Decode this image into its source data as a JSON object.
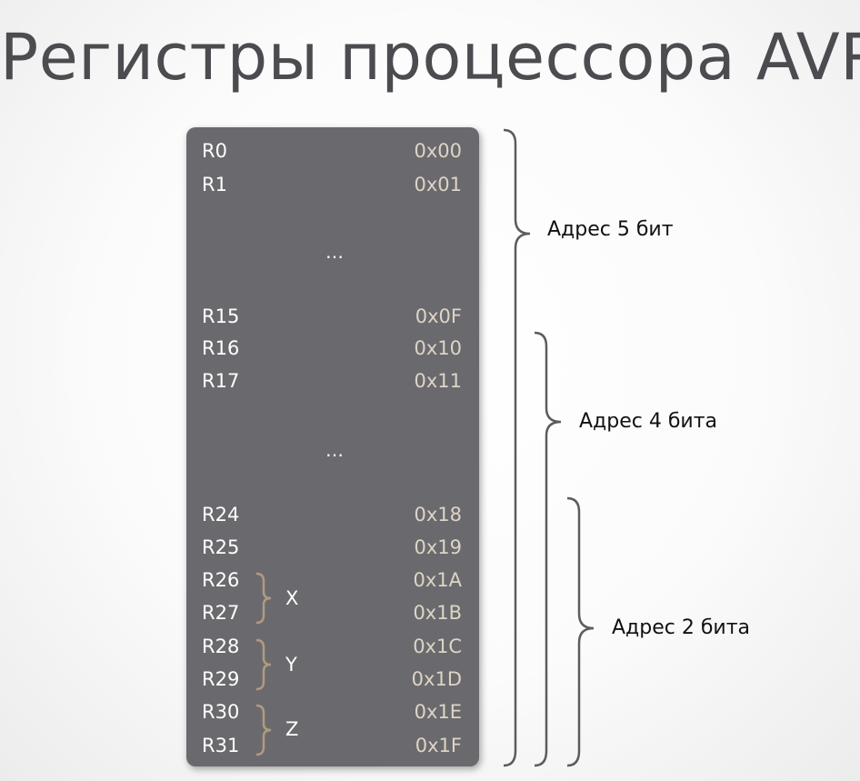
{
  "title": "Регистры процессора AVR",
  "registers": [
    {
      "name": "R0",
      "addr": "0x00"
    },
    {
      "name": "R1",
      "addr": "0x01"
    },
    {
      "name": "R15",
      "addr": "0x0F"
    },
    {
      "name": "R16",
      "addr": "0x10"
    },
    {
      "name": "R17",
      "addr": "0x11"
    },
    {
      "name": "R24",
      "addr": "0x18"
    },
    {
      "name": "R25",
      "addr": "0x19"
    },
    {
      "name": "R26",
      "addr": "0x1A"
    },
    {
      "name": "R27",
      "addr": "0x1B"
    },
    {
      "name": "R28",
      "addr": "0x1C"
    },
    {
      "name": "R29",
      "addr": "0x1D"
    },
    {
      "name": "R30",
      "addr": "0x1E"
    },
    {
      "name": "R31",
      "addr": "0x1F"
    }
  ],
  "ellipsis": "…",
  "pairs": [
    "X",
    "Y",
    "Z"
  ],
  "ranges": [
    "Адрес 5 бит",
    "Адрес 4 бита",
    "Адрес 2 бита"
  ],
  "colors": {
    "block": "#6a6a6e",
    "address_text": "#ded4c6",
    "pair_brace": "#b09a80",
    "range_brace": "#5c5c5c"
  }
}
